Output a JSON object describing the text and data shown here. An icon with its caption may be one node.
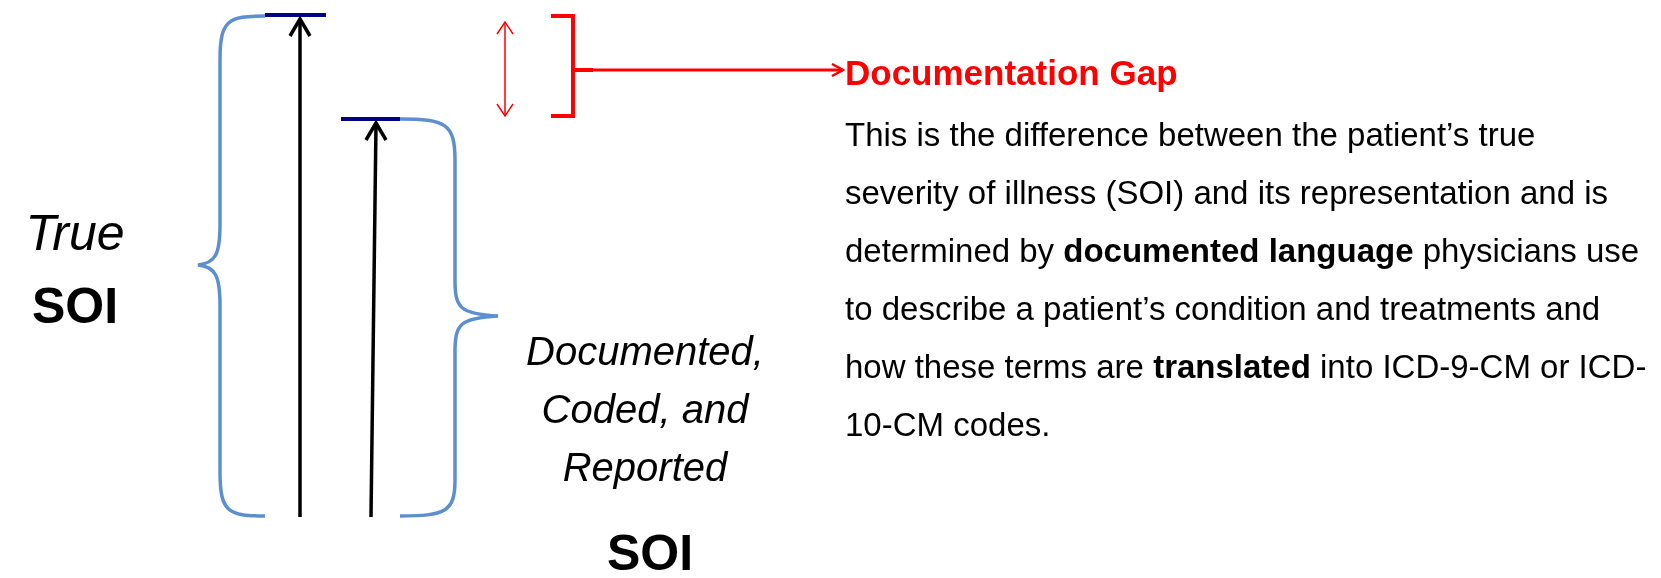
{
  "diagram": {
    "nodes": [
      {
        "text": [
          "Documentation Gap",
          "This is the difference between the patient’s true severity of illness (SOI) and its representation and is determined by **documented language** physicians use to describe a patient’s condition and treatments and how these terms are **translated** into ICD-9-CM or ICD-10-CM codes."
        ]
      },
      {
        "text": [],
        "shape": "bracket"
      }
    ],
    "edges": [
      {
        "from": 1,
        "to": 0,
        "arrow": "to",
        "color": "#ff0000"
      }
    ],
    "labels": [
      "True",
      "SOI",
      "Documented, Coded, and Reported",
      "SOI"
    ]
  }
}
